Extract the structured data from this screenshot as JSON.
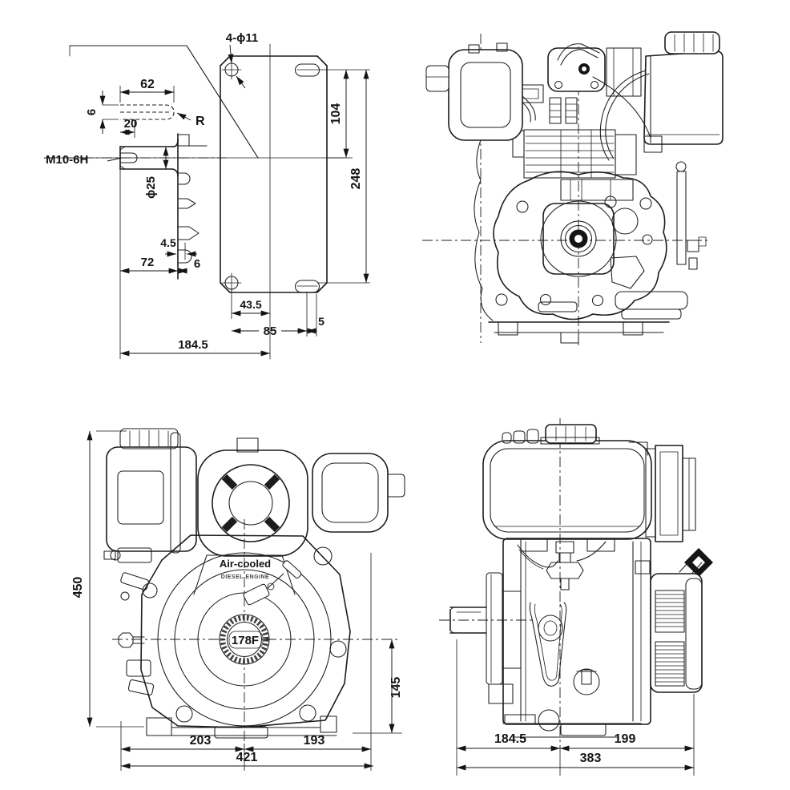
{
  "drawing": {
    "colors": {
      "background": "#ffffff",
      "line": "#1c1c1c",
      "text": "#141414"
    },
    "views": {
      "shaft_base_detail": {
        "dims": {
          "holes_callout": "4-ϕ11",
          "key_length": "62",
          "key_width": "6",
          "thread_depth": "20",
          "keyway_radius": "R",
          "tapped_hole": "M10-6H",
          "shaft_diameter": "ϕ25",
          "hole_row_to_center": "104",
          "hole_row_span": "248",
          "step": "4.5",
          "shaft_length": "72",
          "face_offset": "6",
          "hole_to_center": "43.5",
          "hole_pitch": "85",
          "slot_extra": "5",
          "shaft_end_to_center": "184.5"
        }
      },
      "flywheel_side": {
        "dims": {
          "overall_height": "450",
          "left_of_center": "203",
          "right_of_center": "193",
          "overall_width": "421",
          "crank_center_height": "145"
        },
        "labels": {
          "cooling": "Air-cooled",
          "engine_type": "DIESEL ENGINE",
          "model": "178F"
        }
      },
      "pump_side": {
        "dims": {
          "center_to_shaft_end": "184.5",
          "center_to_cleaner": "199",
          "overall_length": "383"
        }
      }
    }
  }
}
